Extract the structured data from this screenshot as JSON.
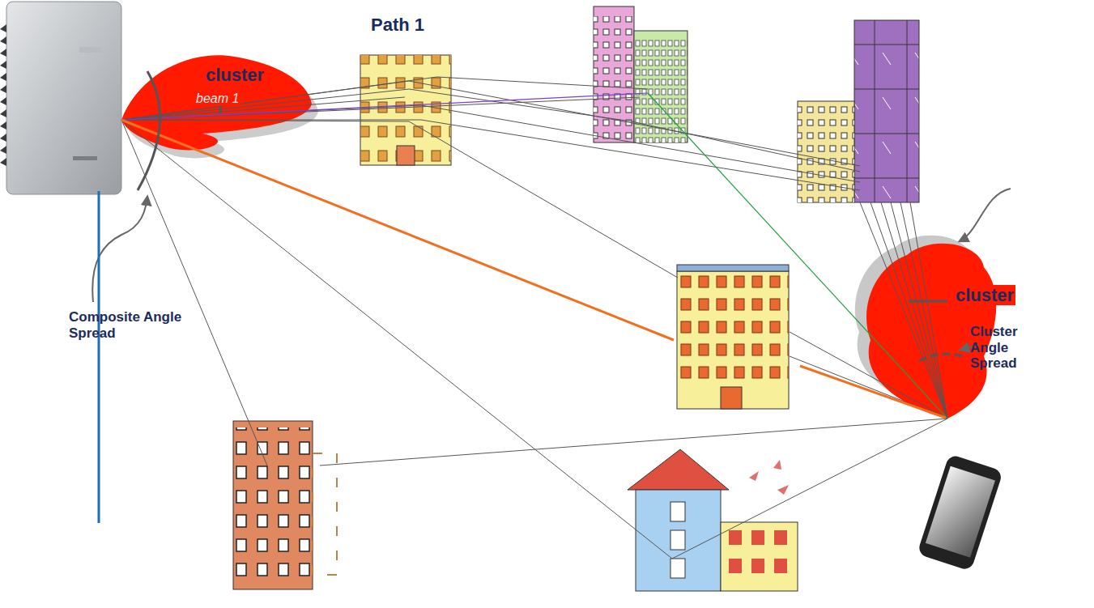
{
  "diagram": {
    "labels": [
      "Path 1",
      "cluster",
      "beam 1",
      "Composite Angle Spread",
      "cluster",
      "Cluster Angle Spread"
    ]
  }
}
